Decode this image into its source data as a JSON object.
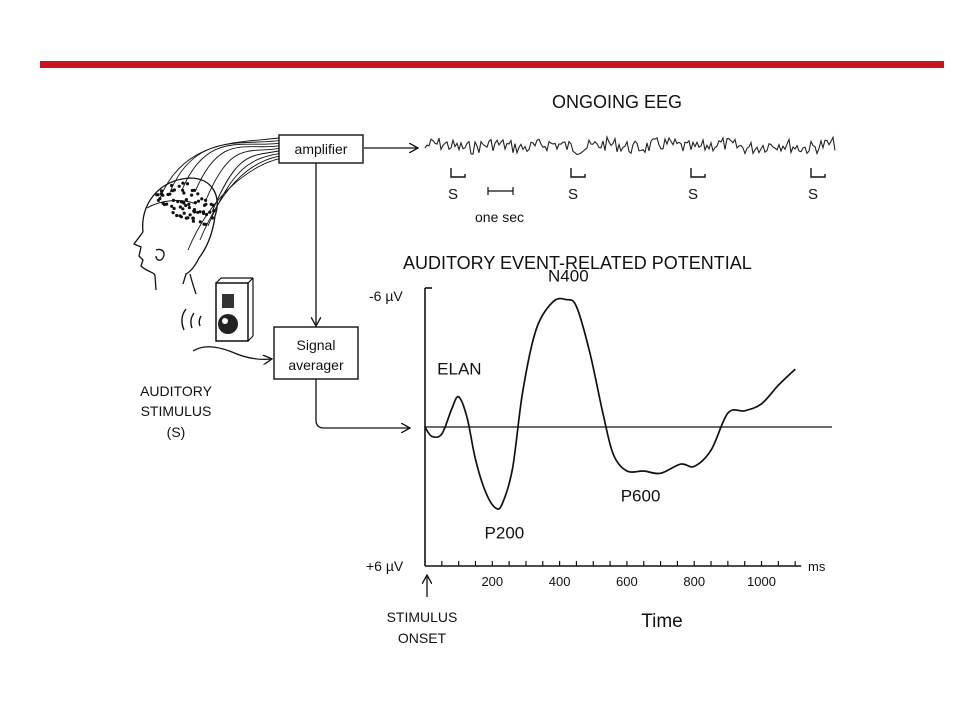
{
  "colors": {
    "accent_bar": "#c8141c",
    "ink": "#111111"
  },
  "eeg_section": {
    "title": "ONGOING EEG",
    "stimulus_marker": "S",
    "stimulus_count": 4,
    "scale_label": "one sec"
  },
  "apparatus": {
    "amplifier_label": "amplifier",
    "averager_line1": "Signal",
    "averager_line2": "averager",
    "stimulus_line1": "AUDITORY",
    "stimulus_line2": "STIMULUS",
    "stimulus_line3": "(S)",
    "icons": [
      "head-with-electrodes-icon",
      "speaker-icon",
      "sound-waves-icon"
    ]
  },
  "chart_data": {
    "type": "line",
    "title": "AUDITORY EVENT-RELATED POTENTIAL",
    "xlabel": "Time",
    "x_unit": "ms",
    "ylabel_top": "-6 µV",
    "ylabel_bottom": "+6 µV",
    "y_axis_inverted": true,
    "xlim": [
      0,
      1150
    ],
    "ylim": [
      -6,
      6
    ],
    "x_ticks": [
      200,
      400,
      600,
      800,
      1000
    ],
    "onset_label_line1": "STIMULUS",
    "onset_label_line2": "ONSET",
    "series": [
      {
        "x": [
          0,
          20,
          50,
          80,
          100,
          125,
          150,
          180,
          210,
          230,
          260,
          290,
          330,
          380,
          420,
          450,
          490,
          530,
          560,
          600,
          650,
          700,
          760,
          800,
          850,
          900,
          950,
          1000,
          1050,
          1100
        ],
        "y": [
          0,
          0.4,
          0.3,
          -0.8,
          -1.3,
          -0.4,
          1.4,
          2.8,
          3.5,
          3.3,
          1.8,
          -1.5,
          -4.2,
          -5.4,
          -5.5,
          -5.2,
          -3.2,
          -0.5,
          1.2,
          1.9,
          1.9,
          2.0,
          1.6,
          1.7,
          1.0,
          -0.6,
          -0.7,
          -1.0,
          -1.8,
          -2.5
        ]
      }
    ],
    "annotations": [
      {
        "text": "ELAN",
        "x": 120,
        "y": -1.5
      },
      {
        "text": "P200",
        "x": 230,
        "y": 3.6
      },
      {
        "text": "N400",
        "x": 420,
        "y": -5.5
      },
      {
        "text": "P600",
        "x": 700,
        "y": 2.0
      }
    ]
  }
}
